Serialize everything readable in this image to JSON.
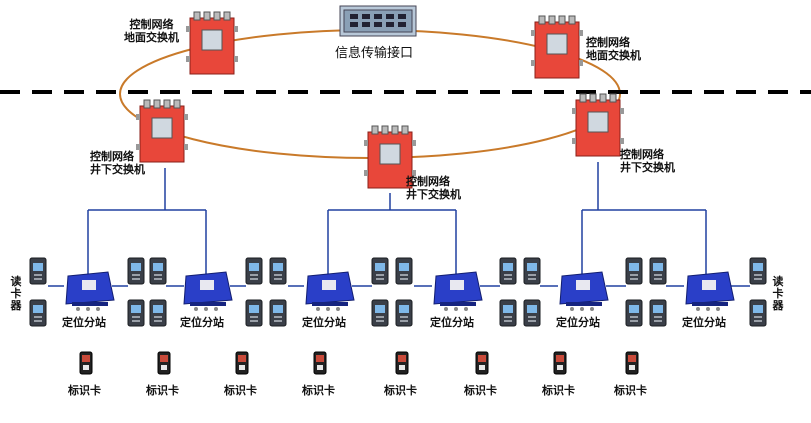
{
  "labels": {
    "switch_l1": "控制网络",
    "switch_l2_ground": "地面交换机",
    "switch_l2_under": "井下交换机",
    "interface": "信息传输接口",
    "substation": "定位分站",
    "card": "标识卡",
    "reader_chars": [
      "读",
      "卡",
      "器"
    ]
  },
  "colors": {
    "ring": "#c97a2a",
    "network": "#2040a0",
    "switch_box": "#e8473a",
    "station_blue": "#2a3fc8",
    "dashed_boundary": "#000000"
  }
}
